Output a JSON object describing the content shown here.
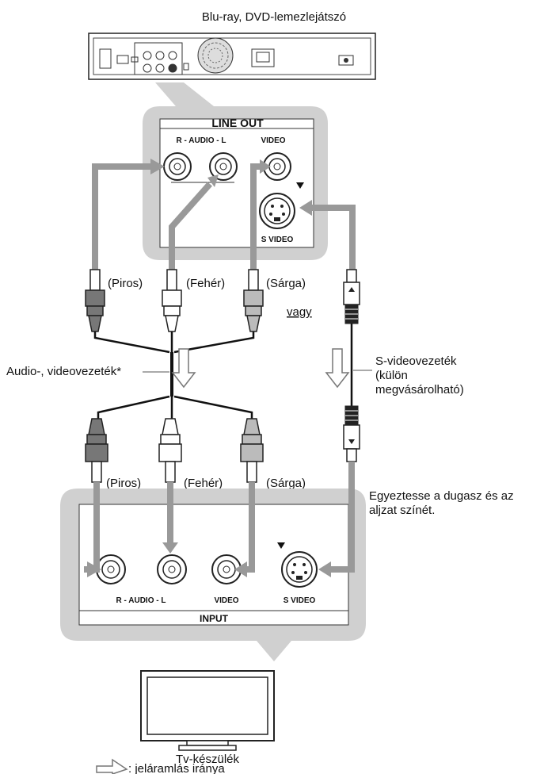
{
  "title": "Blu-ray, DVD-lemezlejátszó",
  "line_out_panel": {
    "title": "LINE OUT",
    "audio_label": "R - AUDIO - L",
    "video_label": "VIDEO",
    "svideo_label": "S VIDEO"
  },
  "input_panel": {
    "title": "INPUT",
    "audio_label": "R - AUDIO - L",
    "video_label": "VIDEO",
    "svideo_label": "S VIDEO"
  },
  "plug_labels_top": {
    "red": "(Piros)",
    "white": "(Fehér)",
    "yellow": "(Sárga)"
  },
  "plug_labels_bottom": {
    "red": "(Piros)",
    "white": "(Fehér)",
    "yellow": "(Sárga)"
  },
  "or_label": "vagy",
  "av_cable_label": "Audio-, videovezeték*",
  "svideo_cable_label": [
    "S-videovezeték",
    "(külön",
    "megvásárolható)"
  ],
  "color_match_note": [
    "Egyeztesse a dugasz és az",
    "aljzat színét."
  ],
  "tv_label": "Tv-készülék",
  "legend_label": ": jeláramlás iránya"
}
